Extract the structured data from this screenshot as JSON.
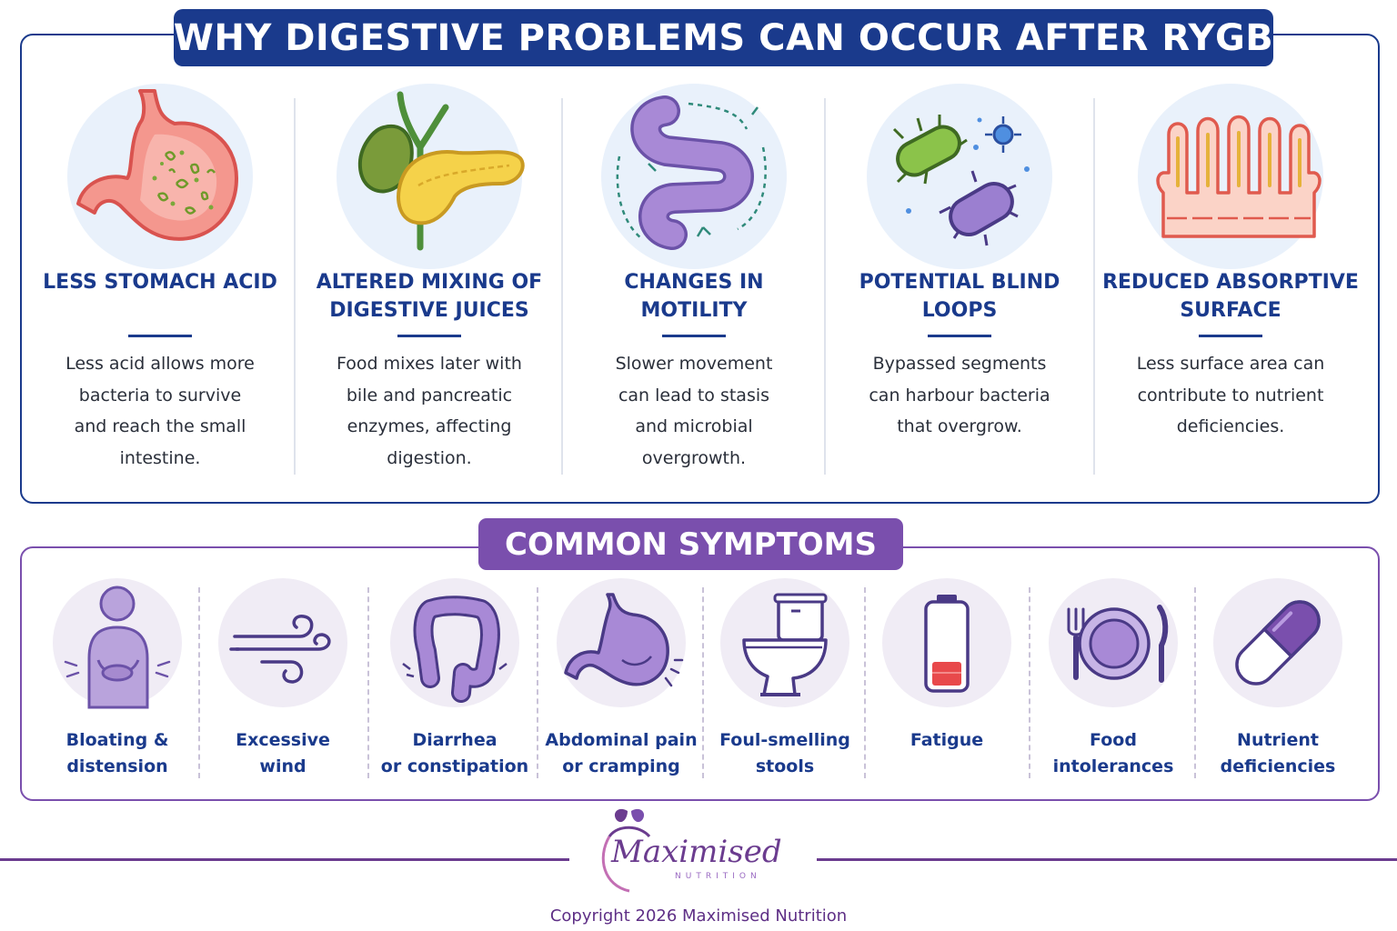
{
  "header": {
    "title": "WHY DIGESTIVE PROBLEMS CAN OCCUR AFTER RYGB"
  },
  "causes": [
    {
      "icon": "stomach-icon",
      "title": "LESS STOMACH ACID",
      "description": "Less acid allows more\nbacteria to survive\nand reach the small\nintestine."
    },
    {
      "icon": "gallbladder-pancreas-icon",
      "title": "ALTERED MIXING OF\nDIGESTIVE JUICES",
      "description": "Food mixes later with\nbile and pancreatic\nenzymes, affecting\ndigestion."
    },
    {
      "icon": "intestine-icon",
      "title": "CHANGES IN\nMOTILITY",
      "description": "Slower movement\ncan lead to stasis\nand microbial\novergrowth."
    },
    {
      "icon": "bacteria-icon",
      "title": "POTENTIAL BLIND\nLOOPS",
      "description": "Bypassed segments\ncan harbour bacteria\nthat overgrow."
    },
    {
      "icon": "villi-icon",
      "title": "REDUCED ABSORPTIVE\nSURFACE",
      "description": "Less surface area can\ncontribute to nutrient\ndeficiencies."
    }
  ],
  "symptoms_section": {
    "title": "COMMON SYMPTOMS"
  },
  "symptoms": [
    {
      "icon": "bloated-person-icon",
      "label": "Bloating &\ndistension"
    },
    {
      "icon": "wind-icon",
      "label": "Excessive\nwind"
    },
    {
      "icon": "colon-icon",
      "label": "Diarrhea\nor constipation"
    },
    {
      "icon": "cramping-stomach-icon",
      "label": "Abdominal pain\nor cramping"
    },
    {
      "icon": "toilet-icon",
      "label": "Foul-smelling\nstools"
    },
    {
      "icon": "low-battery-icon",
      "label": "Fatigue"
    },
    {
      "icon": "plate-cutlery-icon",
      "label": "Food\nintolerances"
    },
    {
      "icon": "capsule-icon",
      "label": "Nutrient\ndeficiencies"
    }
  ],
  "footer": {
    "logo_text": "Maximised",
    "logo_subtext": "NUTRITION",
    "copyright": "Copyright 2026 Maximised Nutrition"
  },
  "colors": {
    "navy": "#1a3a8c",
    "purple": "#7a4fad",
    "footer_purple": "#6b3c8f",
    "cause_circle": "#e9f1fb",
    "symptom_circle": "#f0ecf5"
  }
}
